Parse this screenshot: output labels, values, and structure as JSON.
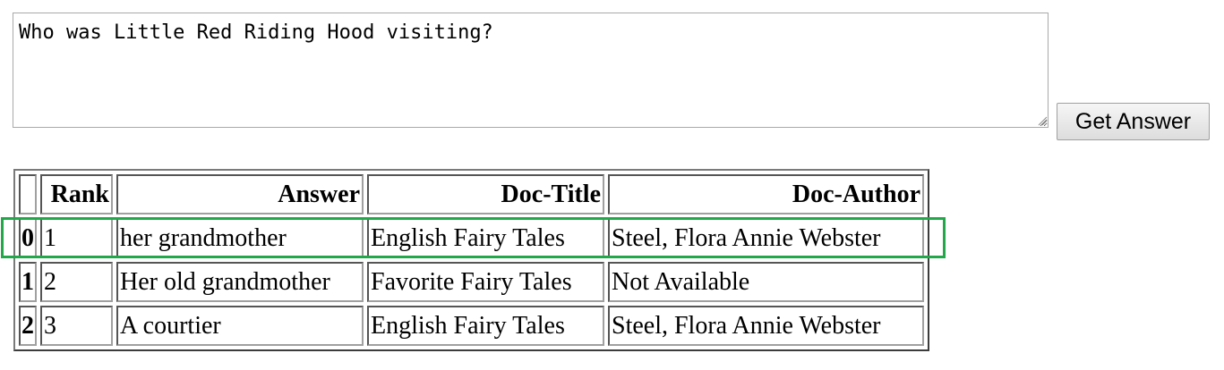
{
  "query": {
    "value": "Who was Little Red Riding Hood visiting?"
  },
  "submit_label": "Get Answer",
  "table": {
    "headers": [
      "",
      "Rank",
      "Answer",
      "Doc-Title",
      "Doc-Author"
    ],
    "rows": [
      {
        "index": "0",
        "rank": "1",
        "answer": "her grandmother",
        "doc_title": "English Fairy Tales",
        "doc_author": "Steel, Flora Annie Webster"
      },
      {
        "index": "1",
        "rank": "2",
        "answer": "Her old grandmother",
        "doc_title": "Favorite Fairy Tales",
        "doc_author": "Not Available"
      },
      {
        "index": "2",
        "rank": "3",
        "answer": "A courtier",
        "doc_title": "English Fairy Tales",
        "doc_author": "Steel, Flora Annie Webster"
      }
    ]
  },
  "highlight": {
    "row_index": 0,
    "color": "#22a84a"
  }
}
